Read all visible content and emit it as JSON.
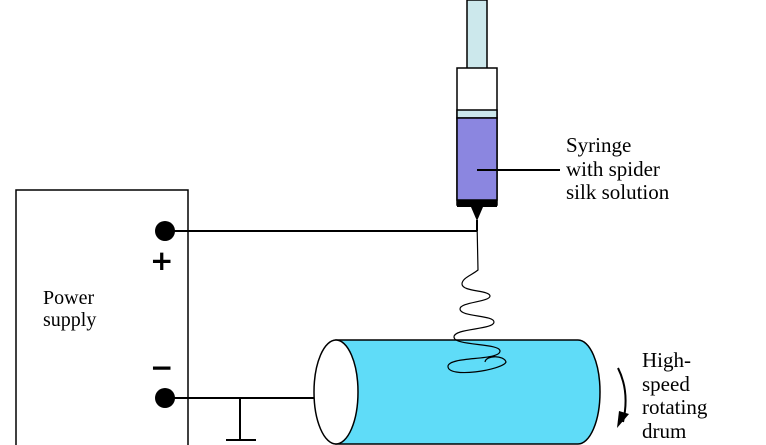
{
  "diagram": {
    "syringe_label": [
      "Syringe",
      "with spider",
      "silk solution"
    ],
    "power_supply_label": [
      "Power",
      "supply"
    ],
    "drum_label": [
      "High-",
      "speed",
      "rotating",
      "drum"
    ],
    "plus_sign": "+",
    "minus_sign": "−"
  },
  "colors": {
    "solution": "#8b86e0",
    "drum": "#5fdcf8",
    "plunger": "#cce8ec",
    "stroke": "#000000"
  }
}
